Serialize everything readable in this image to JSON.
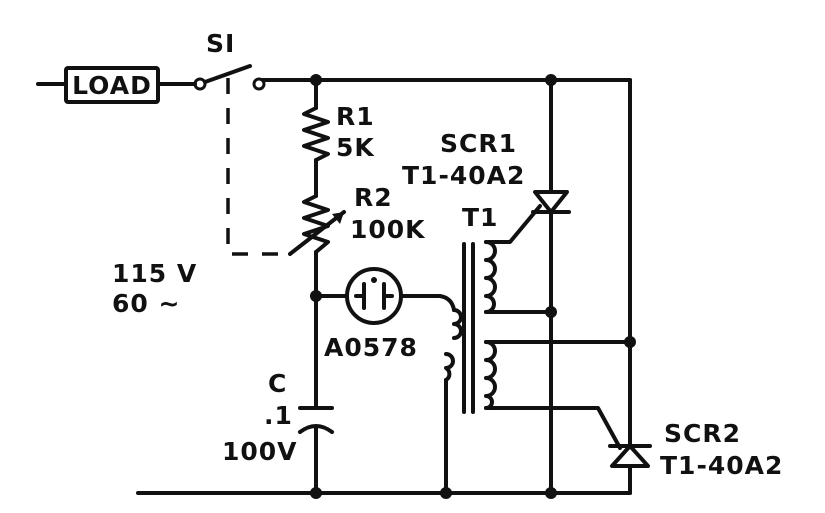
{
  "labels": {
    "load": "LOAD",
    "switch": "SI",
    "r1_name": "R1",
    "r1_value": "5K",
    "r2_name": "R2",
    "r2_value": "100K",
    "scr1_name": "SCR1",
    "scr1_part": "T1-40A2",
    "transformer": "T1",
    "supply_voltage": "115 V",
    "supply_freq": "60 ~",
    "lamp_part": "A0578",
    "cap_name": "C",
    "cap_value": ".1",
    "cap_voltage": "100V",
    "scr2_name": "SCR2",
    "scr2_part": "T1-40A2"
  }
}
